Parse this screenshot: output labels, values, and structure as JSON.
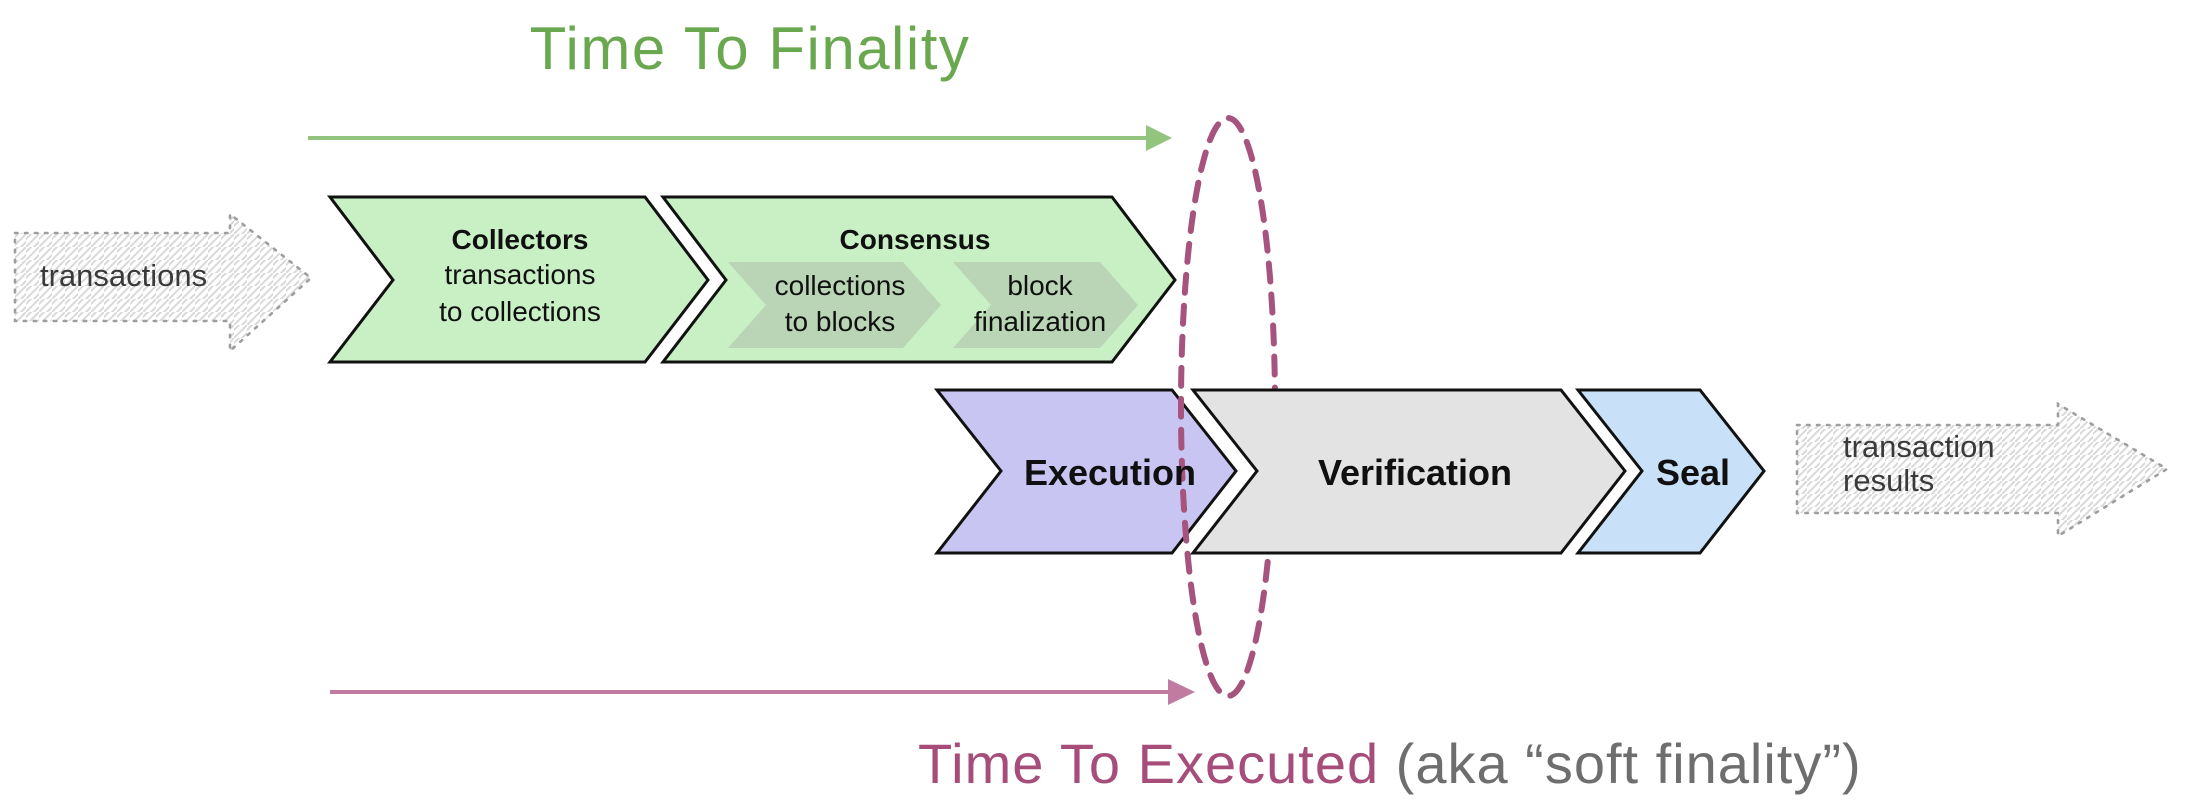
{
  "header": {
    "finality_label": "Time To Finality"
  },
  "footer": {
    "executed_label": "Time To Executed",
    "executed_note": " (aka “soft finality”)"
  },
  "flow_io": {
    "transactions_label": "transactions",
    "results_label": "transaction\nresults"
  },
  "pipeline": {
    "collectors": {
      "title": "Collectors",
      "subtitle": "transactions\nto collections"
    },
    "consensus": {
      "title": "Consensus",
      "substep1": "collections\nto blocks",
      "substep2": "block\nfinalization"
    },
    "execution": {
      "title": "Execution"
    },
    "verification": {
      "title": "Verification"
    },
    "seal": {
      "title": "Seal"
    }
  },
  "colors": {
    "finality_green_text": "#6aa84f",
    "finality_arrow_green": "#93c47d",
    "executed_magenta_text": "#a64d79",
    "executed_arrow_pink": "#c27ba0",
    "ellipse_magenta": "#a6537d",
    "note_gray": "#6e6e6e",
    "chevron_green": "#c8f0c4",
    "chevron_subgreen": "#b9d5b5",
    "chevron_purple": "#c9c5f2",
    "chevron_gray": "#e3e3e3",
    "chevron_blue": "#c9e1f8",
    "chevron_outline": "#111111",
    "sketch_outline": "#9e9e9e",
    "sketch_hatch": "#d9d9d9"
  }
}
